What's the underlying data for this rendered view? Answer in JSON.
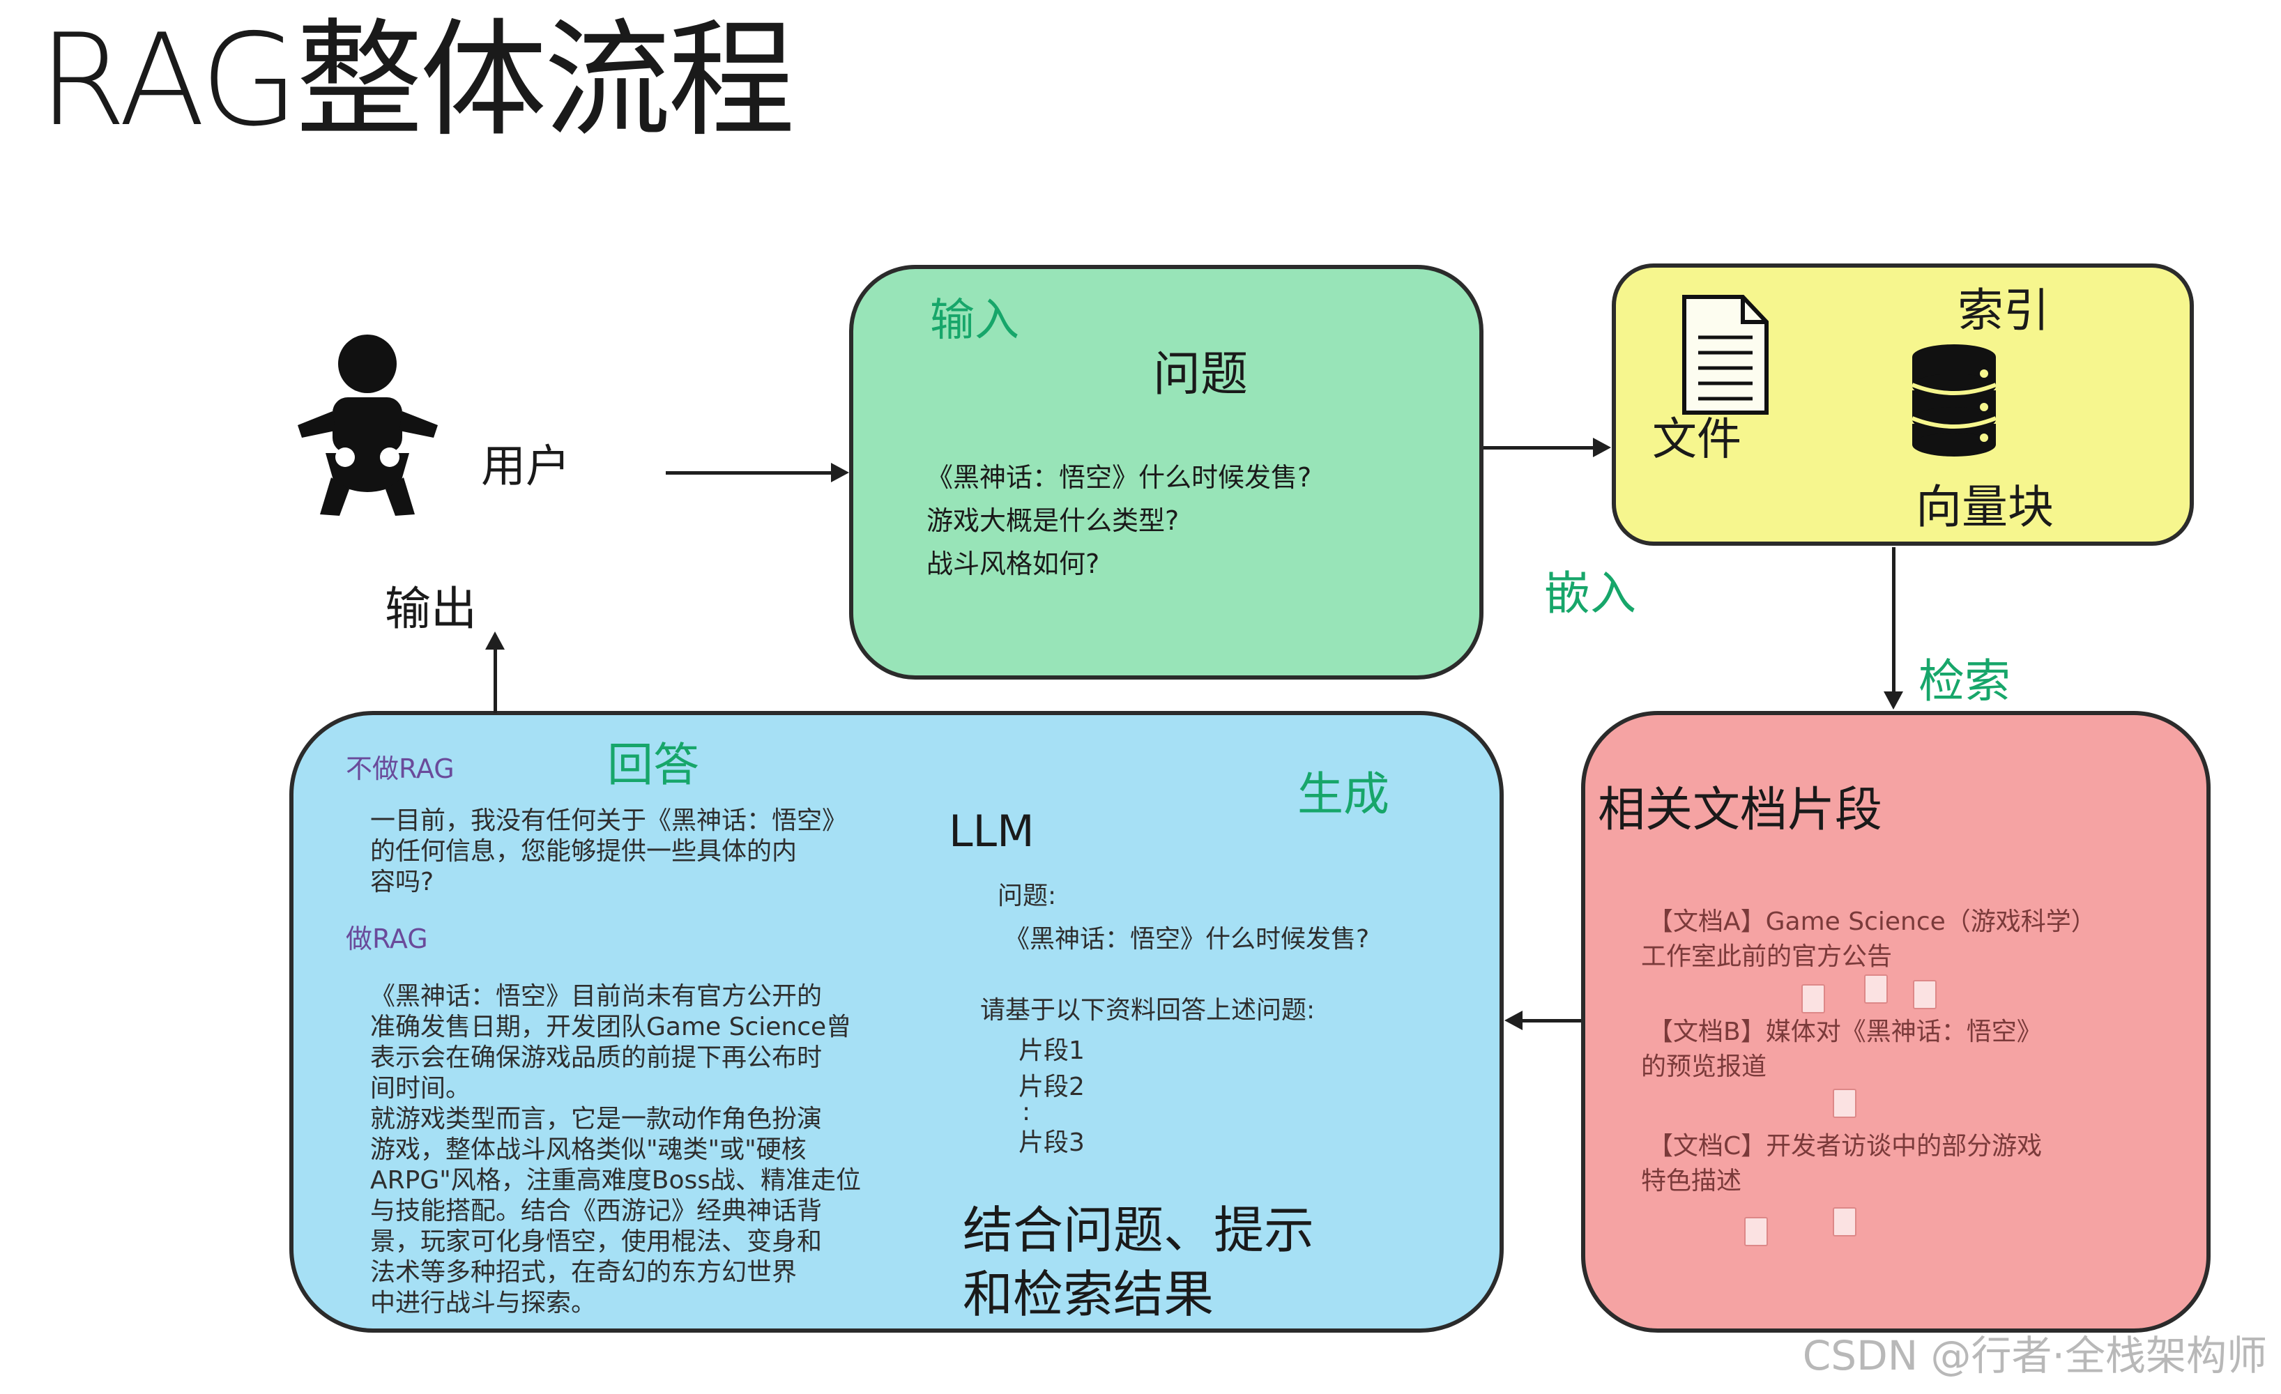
{
  "title": "RAG整体流程",
  "user": {
    "label": "用户"
  },
  "output_label": "输出",
  "input_box": {
    "heading": "输入",
    "title": "问题",
    "lines": [
      "《黑神话：悟空》什么时候发售?",
      "游戏大概是什么类型?",
      "战斗风格如何?"
    ]
  },
  "index_box": {
    "title": "索引",
    "doc_label": "文件",
    "vector_label": "向量块"
  },
  "embed_label": "嵌入",
  "retrieve_label": "检索",
  "relevant_box": {
    "title": "相关文档片段",
    "items": [
      [
        "【文档A】Game Science（游戏科学）",
        "工作室此前的官方公告"
      ],
      [
        "【文档B】媒体对《黑神话：悟空》",
        "的预览报道"
      ],
      [
        "【文档C】开发者访谈中的部分游戏",
        "特色描述"
      ]
    ]
  },
  "answer_box": {
    "heading": "回答",
    "gen_label": "生成",
    "no_rag_label": "不做RAG",
    "no_rag_lines": [
      "一目前，我没有任何关于《黑神话：悟空》",
      "的任何信息，您能够提供一些具体的内",
      "容吗?"
    ],
    "rag_label": "做RAG",
    "rag_lines": [
      "《黑神话：悟空》目前尚未有官方公开的",
      "准确发售日期，开发团队Game Science曾",
      "表示会在确保游戏品质的前提下再公布时",
      "间时间。",
      "就游戏类型而言，它是一款动作角色扮演",
      "游戏，整体战斗风格类似\"魂类\"或\"硬核",
      "ARPG\"风格，注重高难度Boss战、精准走位",
      "与技能搭配。结合《西游记》经典神话背",
      "景，玩家可化身悟空，使用棍法、变身和",
      "法术等多种招式，在奇幻的东方幻世界",
      "中进行战斗与探索。"
    ],
    "llm_label": "LLM",
    "llm_prompt": {
      "question_label": "问题:",
      "question": "《黑神话：悟空》什么时候发售?",
      "instruction": "请基于以下资料回答上述问题:",
      "snippets": [
        "片段1",
        "片段2",
        ":",
        "片段3"
      ]
    },
    "combine_lines": [
      "结合问题、提示",
      "和检索结果"
    ]
  },
  "watermark": "CSDN @行者·全栈架构师",
  "colors": {
    "input_box": "#98e4b8",
    "index_box": "#f6f68e",
    "answer_box": "#a6e0f5",
    "relevant_box": "#f5a3a3",
    "green_label": "#17a66a"
  },
  "icons": [
    "baby-icon",
    "document-icon",
    "database-icon"
  ]
}
